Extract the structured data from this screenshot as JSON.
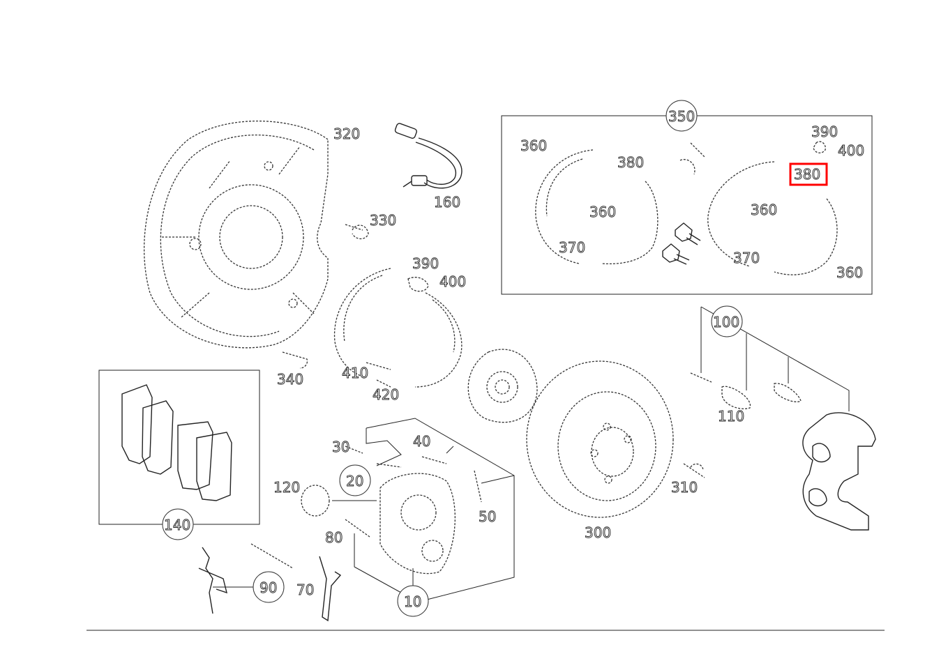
{
  "diagram": {
    "labels": {
      "l320": "320",
      "l160": "160",
      "l330": "330",
      "l390a": "390",
      "l400a": "400",
      "l340": "340",
      "l410": "410",
      "l420": "420",
      "l350": "350",
      "l360a": "360",
      "l380a": "380",
      "l360b": "360",
      "l370a": "370",
      "l390b": "390",
      "l400b": "400",
      "l380b": "380",
      "l360c": "360",
      "l370b": "370",
      "l360d": "360",
      "l100": "100",
      "l110": "110",
      "l140": "140",
      "l30": "30",
      "l40": "40",
      "l20": "20",
      "l120": "120",
      "l50": "50",
      "l80": "80",
      "l300": "300",
      "l310": "310",
      "l90": "90",
      "l70": "70",
      "l10": "10"
    },
    "highlight": {
      "label": "380",
      "color": "#ff0000"
    }
  }
}
